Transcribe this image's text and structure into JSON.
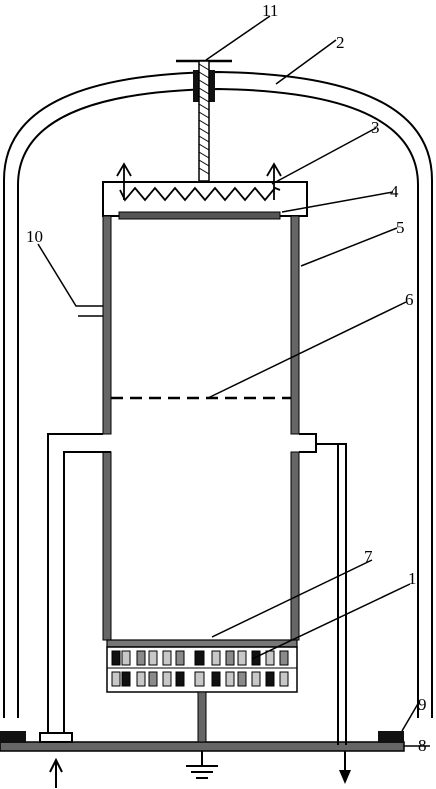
{
  "labels": {
    "l1": "1",
    "l2": "2",
    "l3": "3",
    "l4": "4",
    "l5": "5",
    "l6": "6",
    "l7": "7",
    "l8": "8",
    "l9": "9",
    "l10": "10",
    "l11": "11"
  },
  "colors": {
    "stroke": "#000000",
    "dark_block": "#111111",
    "grid_light": "#c8c8c8",
    "grid_mid": "#8a8a8a",
    "plate": "#555555"
  },
  "symbols": {
    "inlet": "up-arrow-icon",
    "outlet": "down-arrow-icon",
    "ground": "ground-icon"
  }
}
